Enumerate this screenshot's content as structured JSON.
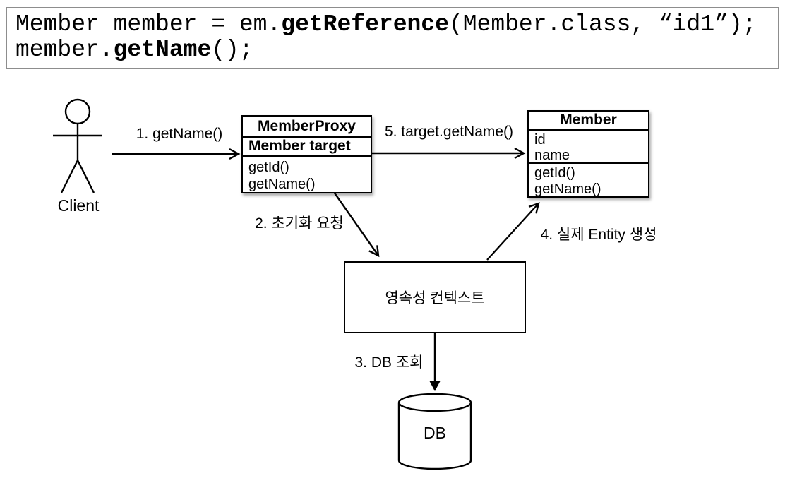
{
  "code": {
    "line1": {
      "pre": "Member member = em.",
      "bold": "getReference",
      "post": "(Member.class, “id1”);"
    },
    "line2": {
      "pre": "member.",
      "bold": "getName",
      "post": "();"
    }
  },
  "diagram": {
    "client_label": "Client",
    "arrows": {
      "a1": "1. getName()",
      "a5": "5. target.getName()",
      "a2": "2. 초기화 요청",
      "a4": "4. 실제 Entity 생성",
      "a3": "3. DB 조회"
    },
    "member_proxy": {
      "title": "MemberProxy",
      "field": "Member target",
      "methods": [
        "getId()",
        "getName()"
      ]
    },
    "member": {
      "title": "Member",
      "attributes": [
        "id",
        "name"
      ],
      "methods": [
        "getId()",
        "getName()"
      ]
    },
    "persistence_context": "영속성 컨텍스트",
    "db_label": "DB"
  },
  "icons": {
    "client_actor": "stick-figure",
    "database": "cylinder"
  },
  "colors": {
    "line": "#000000",
    "box_border": "#000000",
    "code_border": "#8d8d8d",
    "background": "#ffffff",
    "text": "#000000"
  }
}
